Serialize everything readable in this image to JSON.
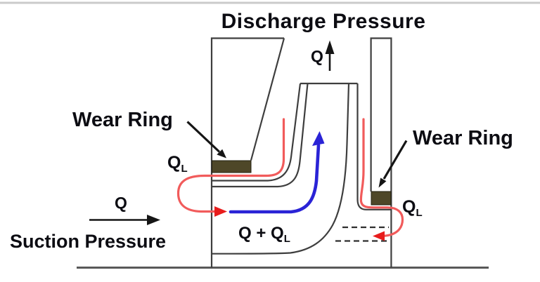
{
  "diagram": {
    "title": "Discharge Pressure",
    "discharge_flow_label": "Q",
    "suction_flow_label": "Q",
    "suction_pressure_label": "Suction Pressure",
    "wear_ring_left_label": "Wear Ring",
    "wear_ring_right_label": "Wear Ring",
    "leakage_left": {
      "symbol": "Q",
      "subscript": "L"
    },
    "leakage_right": {
      "symbol": "Q",
      "subscript": "L"
    },
    "combined_flow": {
      "symbol": "Q + Q",
      "subscript": "L"
    }
  },
  "colors": {
    "structure": "#3e3e3e",
    "baseline": "#585858",
    "top_border": "#cbcbcb",
    "wear_ring": "#4e4728",
    "leakage": "#f15b5b",
    "leakage_arrowhead": "#e81c1c",
    "main_flow": "#2a23d6",
    "text": "#0c0c12"
  }
}
